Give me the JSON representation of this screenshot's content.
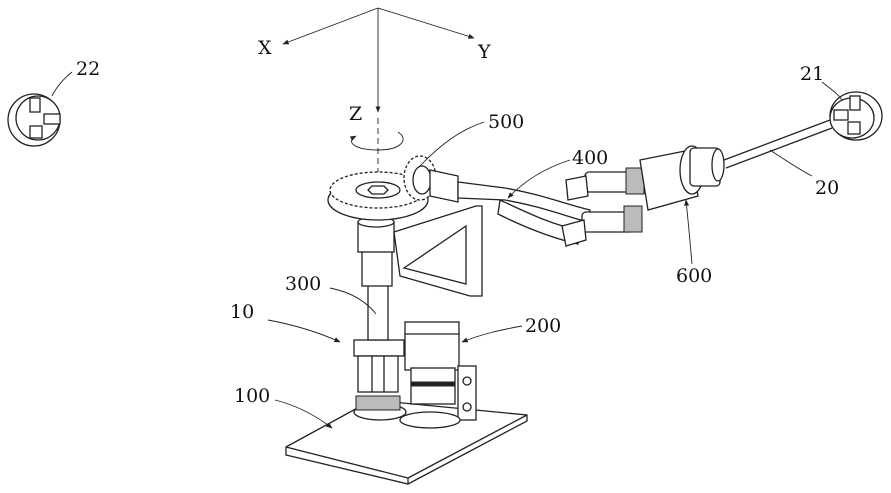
{
  "axes": {
    "x": "X",
    "y": "Y",
    "z": "Z"
  },
  "labels": {
    "l10": "10",
    "l20": "20",
    "l21": "21",
    "l22": "22",
    "l100": "100",
    "l200": "200",
    "l300": "300",
    "l400": "400",
    "l500": "500",
    "l600": "600"
  }
}
